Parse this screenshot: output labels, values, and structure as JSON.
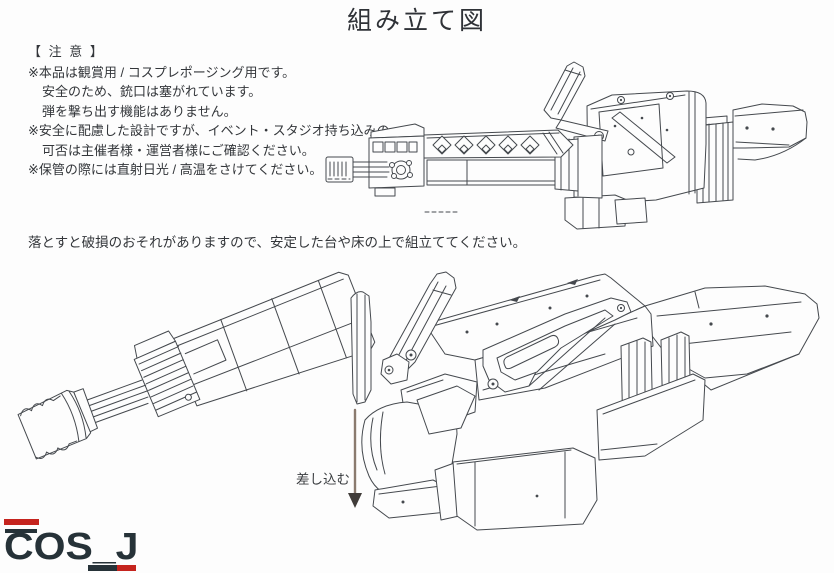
{
  "title": "組み立て図",
  "notice": {
    "heading": "【 注 意 】",
    "lines": [
      "※本品は観賞用 / コスプレポージング用です。",
      "安全のため、銃口は塞がれています。",
      "弾を撃ち出す機能はありません。",
      "※安全に配慮した設計ですが、イベント・スタジオ持ち込みの",
      "可否は主催者様・運営者様にご確認ください。",
      "※保管の際には直射日光 / 高温をさけてください。"
    ]
  },
  "caution_line": "落とすと破損のおそれがありますので、安定した台や床の上で組立ててください。",
  "assembly": {
    "insert_label": "差し込む"
  },
  "logo": {
    "text": "COS_J"
  },
  "colors": {
    "line_art": "#45494e",
    "text": "#33363a",
    "logo_dark": "#263238",
    "logo_red": "#c5241e",
    "insert_arrow_shaft": "#8a7a6e",
    "insert_arrow_head": "#403c39"
  }
}
